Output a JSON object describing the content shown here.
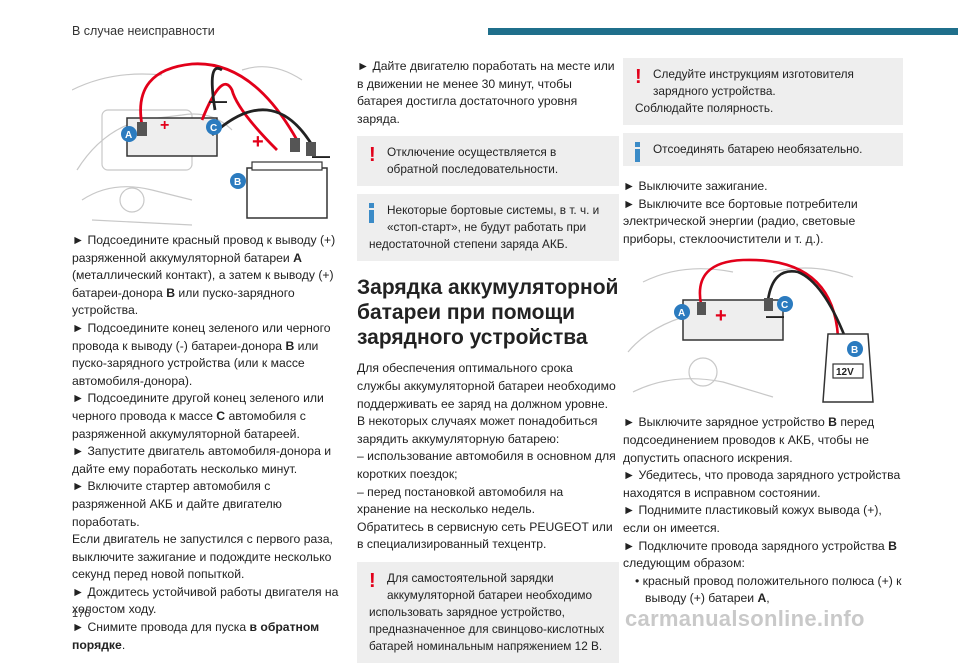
{
  "header": {
    "title": "В случае неисправности"
  },
  "labels": {
    "a": "A",
    "b": "B",
    "c": "C",
    "v12": "12V",
    "minus": "—"
  },
  "col1": {
    "p1_pre": "► Подсоедините красный провод к выводу (+) разряженной аккумуляторной батареи ",
    "p1_b1": "A",
    "p1_mid": " (металлический контакт), а затем к выводу (+) батареи-донора ",
    "p1_b2": "B",
    "p1_post": " или пуско-зарядного устройства.",
    "p2_pre": "► Подсоедините конец зеленого или черного провода к выводу (-) батареи-донора ",
    "p2_b": "B",
    "p2_post": " или пуско-зарядного устройства (или к массе автомобиля-донора).",
    "p3_pre": "► Подсоедините другой конец зеленого или черного провода к массе ",
    "p3_b": "C",
    "p3_post": " автомобиля с разряженной аккумуляторной батареей.",
    "p4": "► Запустите двигатель автомобиля-донора и дайте ему поработать несколько минут.",
    "p5": "► Включите стартер автомобиля с разряженной АКБ и дайте двигателю поработать.",
    "p6": "Если двигатель не запустился с первого раза, выключите зажигание и подождите несколько секунд перед новой попыткой.",
    "p7": "► Дождитесь устойчивой работы двигателя на холостом ходу.",
    "p8_pre": "► Снимите провода для пуска ",
    "p8_b": "в обратном порядке",
    "p8_post": "."
  },
  "col2": {
    "p1": "► Дайте двигателю поработать на месте или в движении не менее 30 минут, чтобы батарея достигла достаточного уровня заряда.",
    "warn1": "Отключение осуществляется в обратной последовательности.",
    "info1_a": "Некоторые бортовые системы, в т. ч. и «стоп-старт», не будут работать при",
    "info1_b": "недостаточной степени заряда АКБ.",
    "heading": "Зарядка аккумуляторной батареи при помощи зарядного устройства",
    "p2": "Для обеспечения оптимального срока службы аккумуляторной батареи необходимо поддерживать ее заряд на должном уровне.",
    "p3": "В некоторых случаях может понадобиться зарядить аккумуляторную батарею:",
    "p4": "– использование автомобиля в основном для коротких поездок;",
    "p5": "– перед постановкой автомобиля на хранение на несколько недель.",
    "p6": "Обратитесь в сервисную сеть PEUGEOT или в специализированный техцентр.",
    "warn2_a": "Для самостоятельной зарядки аккумуляторной батареи необходимо",
    "warn2_b": "использовать зарядное устройство, предназначенное для свинцово-кислотных батарей номинальным напряжением 12 В."
  },
  "col3": {
    "warn1_a": "Следуйте инструкциям изготовителя зарядного устройства.",
    "warn1_b": "Соблюдайте полярность.",
    "info1": "Отсоединять батарею необязательно.",
    "p1": "► Выключите зажигание.",
    "p2": "► Выключите все бортовые потребители электрической энергии (радио, световые приборы, стеклоочистители и т. д.).",
    "p3_pre": "► Выключите зарядное устройство ",
    "p3_b": "B",
    "p3_post": " перед подсоединением проводов к АКБ, чтобы не допустить опасного искрения.",
    "p4": "► Убедитесь, что провода зарядного устройства находятся в исправном состоянии.",
    "p5": "► Поднимите пластиковый кожух вывода (+), если он имеется.",
    "p6_pre": "► Подключите провода зарядного устройства ",
    "p6_b": "B",
    "p6_post": " следующим образом:",
    "p7_pre": "• красный провод положительного полюса (+) к выводу (+) батареи ",
    "p7_b": "A",
    "p7_post": ","
  },
  "footer": {
    "page_number": "176",
    "watermark": "carmanualsonline.info"
  },
  "colors": {
    "accent": "#1f6f8b",
    "badge": "#2b7bbf",
    "warning": "#e2001a",
    "info": "#3b8bc7",
    "note_bg": "#eeeeee"
  }
}
